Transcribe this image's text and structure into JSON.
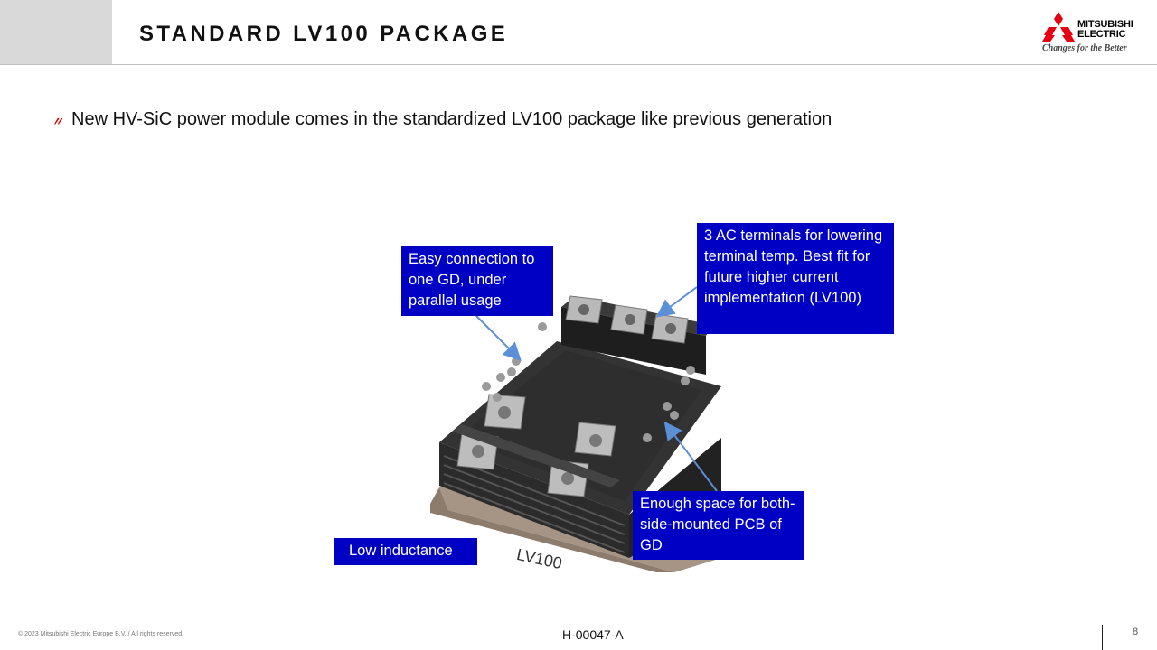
{
  "header": {
    "title": "STANDARD LV100 PACKAGE",
    "logo": {
      "line1": "MITSUBISHI",
      "line2": "ELECTRIC",
      "tagline": "Changes for the Better",
      "icon": "three-diamonds-logo-icon",
      "color": "#e60012"
    }
  },
  "bullet": {
    "marker": "〃",
    "text": "New HV-SiC power module comes in the standardized LV100 package like previous generation"
  },
  "figure": {
    "image": "lv100-power-module-photo",
    "product_label": "LV100",
    "callouts": {
      "gate_driver": "Easy connection to one GD, under parallel usage",
      "ac_terminals": "3 AC terminals for lowering terminal temp. Best fit for future higher current implementation (LV100)",
      "pcb_space": "Enough space for both-side-mounted PCB of GD",
      "inductance": "Low inductance"
    },
    "callout_color": "#0000c4",
    "arrow_color": "#5b8fd6"
  },
  "footer": {
    "copyright": "© 2023 Mitsubishi Electric Europe B.V. / All rights reserved.",
    "doc_id": "H-00047-A",
    "page": "8"
  }
}
